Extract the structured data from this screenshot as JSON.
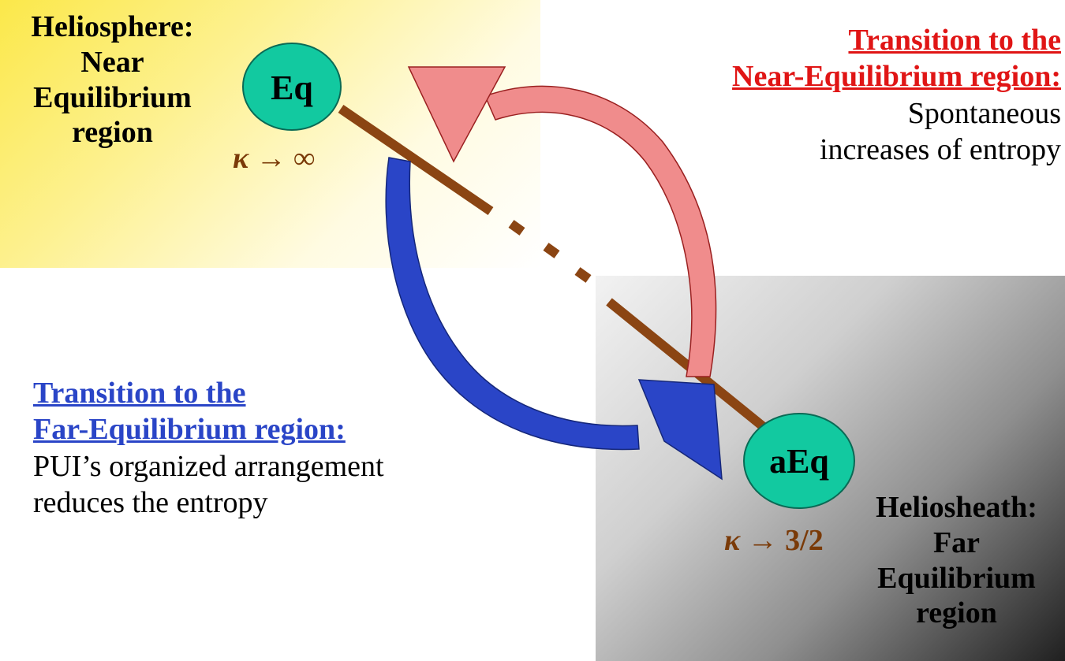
{
  "regions": {
    "top": {
      "title_lines": [
        "Heliosphere:",
        "Near",
        "Equilibrium",
        "region"
      ],
      "gradient_color": "#fbe84a"
    },
    "bottom": {
      "title_lines": [
        "Heliosheath:",
        "Far",
        "Equilibrium",
        "region"
      ],
      "gradient_color": "#202020"
    }
  },
  "nodes": {
    "eq": {
      "label": "Eq",
      "kappa_symbol": "κ",
      "kappa_limit": "→ ∞",
      "fill": "#12c9a0"
    },
    "aeq": {
      "label": "aEq",
      "kappa_symbol": "κ",
      "kappa_limit": "→ 3/2",
      "fill": "#12c9a0"
    }
  },
  "transitions": {
    "near": {
      "heading_lines": [
        "Transition to the",
        "Near-Equilibrium region:"
      ],
      "body_lines": [
        "Spontaneous",
        "increases of entropy"
      ],
      "color": "#e01515",
      "arrow_color": "#f08c8c"
    },
    "far": {
      "heading_lines": [
        "Transition to the",
        "Far-Equilibrium region:"
      ],
      "body_lines": [
        "PUI’s organized arrangement",
        "reduces the entropy"
      ],
      "color": "#2a45c7",
      "arrow_color": "#2a45c7"
    }
  },
  "connector_color": "#8b4513"
}
